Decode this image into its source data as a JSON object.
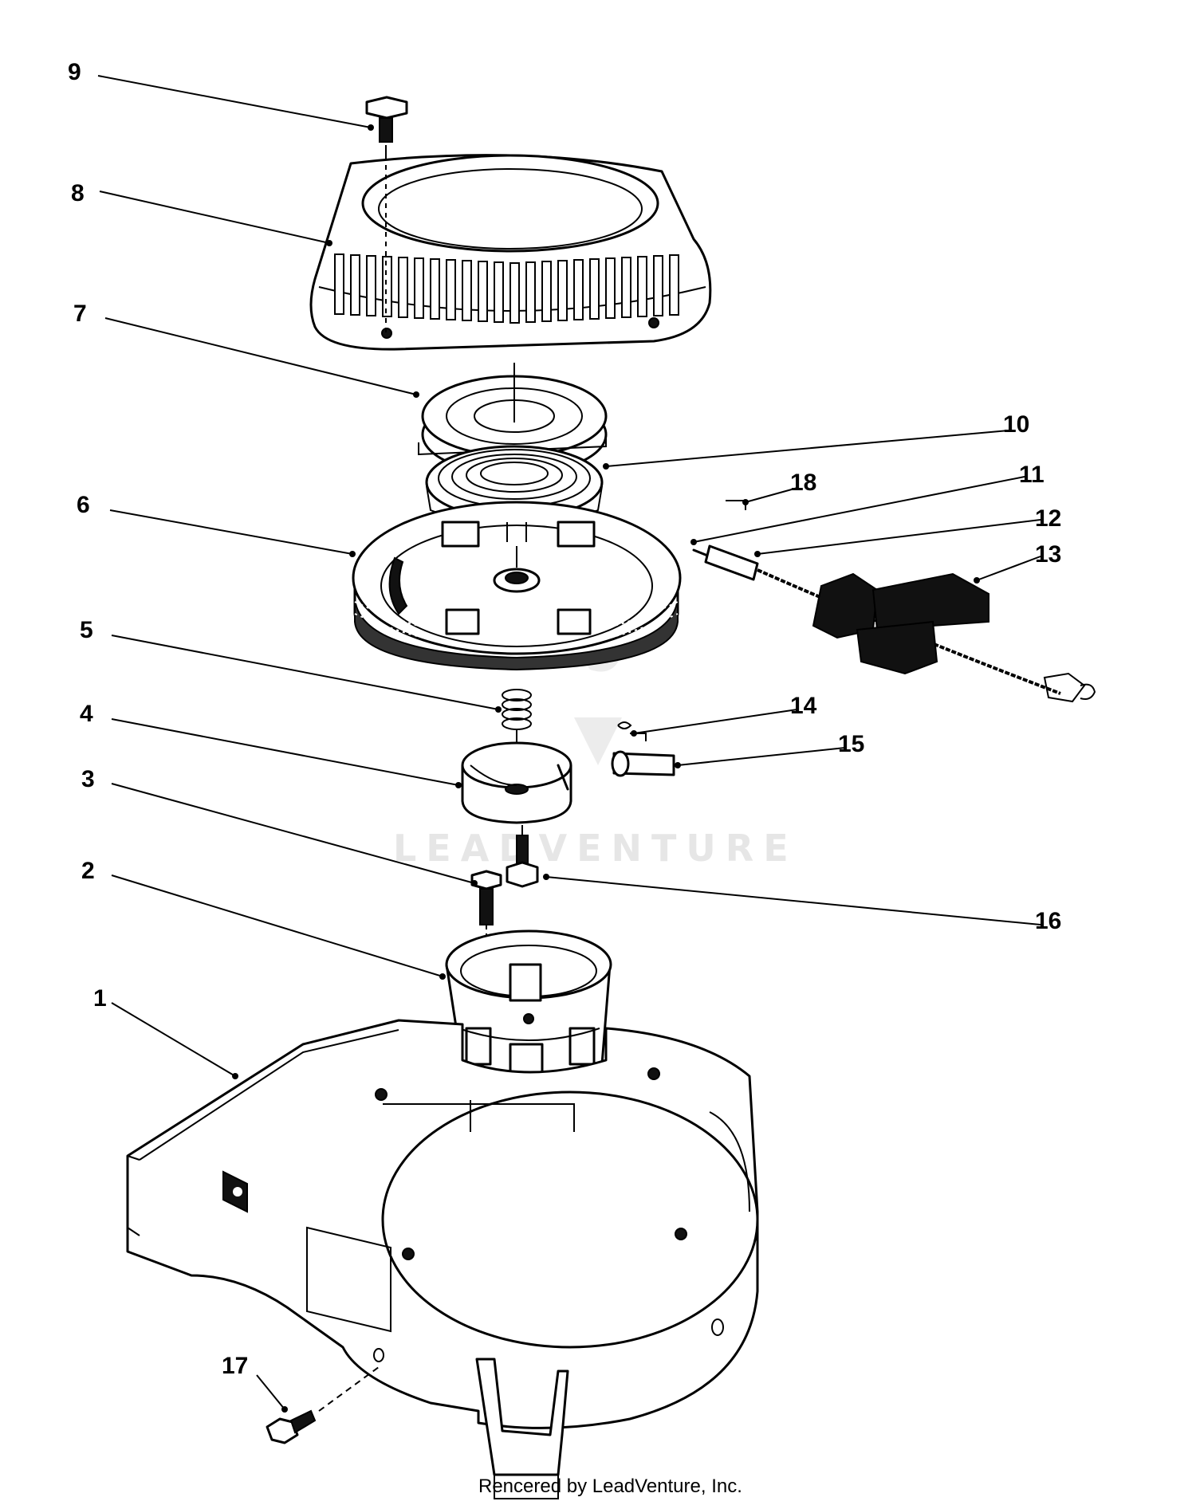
{
  "callouts": [
    {
      "label": "1"
    },
    {
      "label": "2"
    },
    {
      "label": "3"
    },
    {
      "label": "4"
    },
    {
      "label": "5"
    },
    {
      "label": "6"
    },
    {
      "label": "7"
    },
    {
      "label": "8"
    },
    {
      "label": "9"
    },
    {
      "label": "10"
    },
    {
      "label": "11"
    },
    {
      "label": "12"
    },
    {
      "label": "13"
    },
    {
      "label": "14"
    },
    {
      "label": "15"
    },
    {
      "label": "16"
    },
    {
      "label": "17"
    },
    {
      "label": "18"
    }
  ],
  "watermark": "LEADVENTURE",
  "credit": "Rencered by LeadVenture, Inc."
}
